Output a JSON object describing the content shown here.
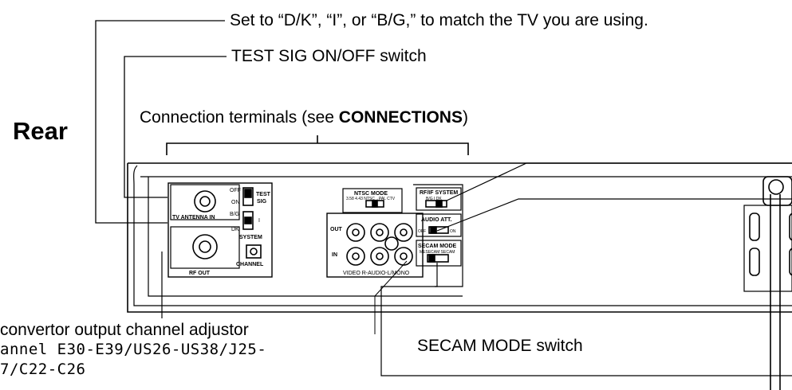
{
  "side_title": "Rear",
  "callouts": {
    "system_select": "Set to “D/K”, “I”, or “B/G,” to match the TV you are using.",
    "test_sig": "TEST SIG ON/OFF switch",
    "terminals_prefix": "Connection terminals (see ",
    "terminals_bold": "CONNECTIONS",
    "terminals_suffix": ")",
    "secam": "SECAM MODE switch",
    "adjustor_line1": "convertor output channel adjustor",
    "adjustor_line2": "annel  E30-E39/US26-US38/J25-",
    "adjustor_line3": "7/C22-C26"
  },
  "panel_labels": {
    "tv_antenna": "TV ANTENNA IN",
    "rf_out": "RF OUT",
    "off": "OFF",
    "on": "ON",
    "test_sig_1": "TEST",
    "test_sig_2": "SIG",
    "bg": "B/G",
    "i": "I",
    "dk": "DK",
    "system": "SYSTEM",
    "channel": "CHANNEL",
    "ntsc_mode": "NTSC MODE",
    "ntsc_opts": "3.58  4.43  NTSC→PAL  CTV",
    "out": "OUT",
    "in": "IN",
    "video_audio": "VIDEO  R-AUDIO-L/MONO",
    "rfif_system": "RF/IF SYSTEM",
    "rfif_opts": "B/G    I    DK",
    "audio_att": "AUDIO ATT.",
    "att_off": "OFF",
    "att_on": "ON",
    "secam_mode": "SECAM MODE",
    "secam_opts": "MESECAM   SECAM"
  }
}
